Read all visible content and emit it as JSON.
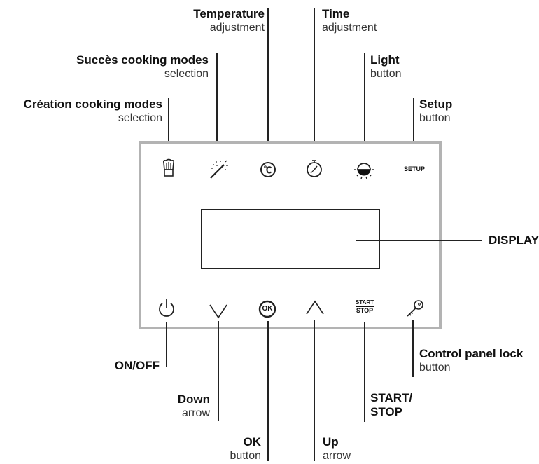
{
  "labels": {
    "temperature": {
      "title": "Temperature",
      "sub": "adjustment"
    },
    "time": {
      "title": "Time",
      "sub": "adjustment"
    },
    "succes": {
      "title": "Succès cooking modes",
      "sub": "selection"
    },
    "light": {
      "title": "Light",
      "sub": "button"
    },
    "creation": {
      "title": "Création cooking modes",
      "sub": "selection"
    },
    "setup": {
      "title": "Setup",
      "sub": "button"
    },
    "display": {
      "title": "DISPLAY"
    },
    "onoff": {
      "title": "ON/OFF"
    },
    "lock": {
      "title": "Control panel lock",
      "sub": "button"
    },
    "down": {
      "title": "Down",
      "sub": "arrow"
    },
    "startstop": {
      "title": "START/",
      "title2": "STOP"
    },
    "ok": {
      "title": "OK",
      "sub": "button"
    },
    "up": {
      "title": "Up",
      "sub": "arrow"
    }
  },
  "panel_text": {
    "setup_key": "SETUP",
    "ok_key": "OK",
    "start_key": "START",
    "stop_key": "STOP"
  },
  "icons": [
    "chef-hat-icon",
    "magic-wand-icon",
    "celsius-icon",
    "stopwatch-icon",
    "light-bulb-icon",
    "power-icon",
    "chevron-down-icon",
    "chevron-up-icon",
    "key-icon"
  ]
}
